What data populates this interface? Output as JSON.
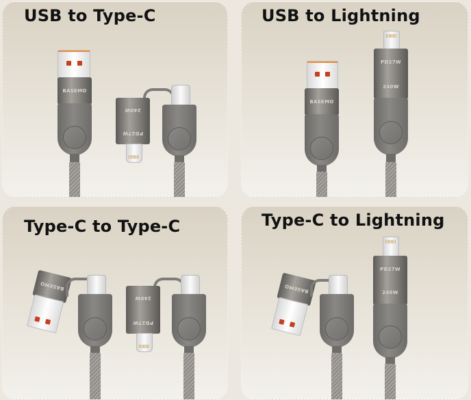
{
  "panels": [
    {
      "title": "USB to Type-C",
      "brand": "BASEMO",
      "adapter_labels": [
        "240W",
        "PD27W"
      ]
    },
    {
      "title": "USB to Lightning",
      "brand": "BASEMO",
      "adapter_labels": [
        "PD27W",
        "240W"
      ]
    },
    {
      "title": "Type-C to Type-C",
      "brand": "BASEMO",
      "adapter_labels": [
        "240W",
        "PD27W"
      ]
    },
    {
      "title": "Type-C to Lightning",
      "brand": "BASEMO",
      "adapter_labels": [
        "PD27W",
        "240W"
      ]
    }
  ],
  "colors": {
    "background": "#ece8df",
    "panel_top": "#d9d2c4",
    "panel_bottom": "#f3f1ec",
    "usb_pin": "#c2411f",
    "title_text": "#111111"
  }
}
